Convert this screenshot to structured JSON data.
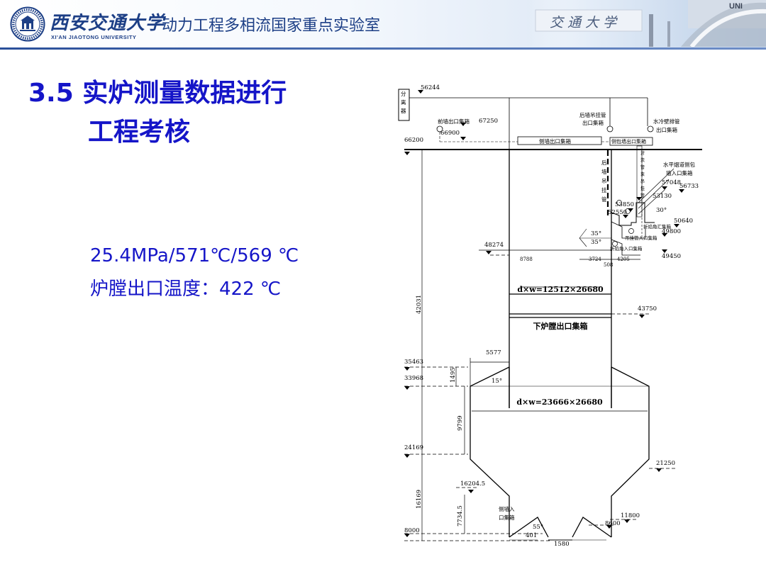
{
  "header": {
    "university_cn": "西安交通大学",
    "university_en": "XI'AN JIAOTONG UNIVERSITY",
    "lab_name": "动力工程多相流国家重点实验室",
    "campus_sign": "交 通 大 学",
    "campus_sign_top": "UNI"
  },
  "slide": {
    "title_line1": "3.5 实炉测量数据进行",
    "title_line2": "工程考核",
    "param_line1": "25.4MPa/571℃/569 ℃",
    "param_line2": "炉膛出口温度：422 ℃"
  },
  "drawing": {
    "elev_56244": "56244",
    "elev_67250": "67250",
    "elev_66900": "66900",
    "elev_66200": "66200",
    "elev_57048": "57048",
    "elev_56733": "56733",
    "elev_53850": "53850",
    "elev_53130": "53130",
    "elev_52550": "52550",
    "elev_50640": "50640",
    "elev_49800": "49800",
    "elev_49450": "49450",
    "elev_48274": "48274",
    "elev_43750": "43750",
    "elev_35463": "35463",
    "elev_33968": "33968",
    "elev_24169": "24169",
    "elev_21250": "21250",
    "elev_16204": "16204.5",
    "elev_11800": "11800",
    "elev_8600": "8600",
    "elev_8000": "8000",
    "dim_42031": "42031",
    "dim_16169": "16169",
    "dim_9799": "9799",
    "dim_1495": "1495",
    "dim_7734": "7734.5",
    "dim_5577": "5577",
    "dim_8788": "8788",
    "dim_3724": "3724",
    "dim_4205": "4205",
    "dim_508": "508",
    "dim_401": "401",
    "dim_1580": "1580",
    "angle_15": "15°",
    "angle_30": "30°",
    "angle_35a": "35°",
    "angle_35b": "35°",
    "angle_55": "55°",
    "section_upper": "d×w=12512×26680",
    "section_lower": "d×w=23666×26680",
    "lower_outlet_header": "下炉膛出口集箱",
    "separator": [
      "分",
      "离",
      "器"
    ],
    "front_wall_outlet_header": "前墙出口集箱",
    "rear_wall_hanger_outlet_line1": "后墙吊挂管",
    "rear_wall_hanger_outlet_line2": "出口集箱",
    "water_cooled_line1": "水冷壁排管",
    "water_cooled_line2": "出口集箱",
    "side_wall_outlet_header": "侧墙出口集箱",
    "side_pack_wall_outlet": "侧包墙出口集箱",
    "rear_wall_hanger_tube": [
      "后",
      "墙",
      "吊",
      "挂",
      "管"
    ],
    "tube_column_text": [
      "对",
      "流",
      "管",
      "束",
      "吊",
      "挂",
      "管"
    ],
    "horizontal_flue_line1": "水平烟道侧包",
    "horizontal_flue_line2": "墙入口集箱",
    "fold_collector": "折焰角汇集箱",
    "hanger_inlet_header": "吊挂管入口集箱",
    "fold_inlet_header": "折焰角入口集箱",
    "side_wall_inlet_line1": "侧墙入",
    "side_wall_inlet_line2": "口集箱"
  }
}
